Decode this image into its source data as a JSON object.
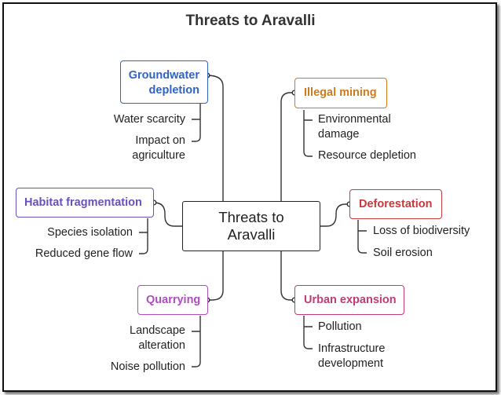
{
  "title": "Threats to Aravalli",
  "center": {
    "line1": "Threats to",
    "line2": "Aravalli"
  },
  "colors": {
    "groundwater": "#2f63c8",
    "mining": "#d07a1e",
    "habitat": "#6a4fbf",
    "deforestation": "#c9383a",
    "quarrying": "#b04cc0",
    "urban": "#c23a78"
  },
  "branches": {
    "groundwater": {
      "line1": "Groundwater",
      "line2": "depletion",
      "leaves": [
        {
          "line1": "Water scarcity"
        },
        {
          "line1": "Impact on",
          "line2": "agriculture"
        }
      ]
    },
    "mining": {
      "label": "Illegal mining",
      "leaves": [
        {
          "line1": "Environmental",
          "line2": "damage"
        },
        {
          "line1": "Resource depletion"
        }
      ]
    },
    "habitat": {
      "label": "Habitat fragmentation",
      "leaves": [
        {
          "line1": "Species isolation"
        },
        {
          "line1": "Reduced gene flow"
        }
      ]
    },
    "deforestation": {
      "label": "Deforestation",
      "leaves": [
        {
          "line1": "Loss of biodiversity"
        },
        {
          "line1": "Soil erosion"
        }
      ]
    },
    "quarrying": {
      "label": "Quarrying",
      "leaves": [
        {
          "line1": "Landscape",
          "line2": "alteration"
        },
        {
          "line1": "Noise pollution"
        }
      ]
    },
    "urban": {
      "label": "Urban expansion",
      "leaves": [
        {
          "line1": "Pollution"
        },
        {
          "line1": "Infrastructure",
          "line2": "development"
        }
      ]
    }
  }
}
